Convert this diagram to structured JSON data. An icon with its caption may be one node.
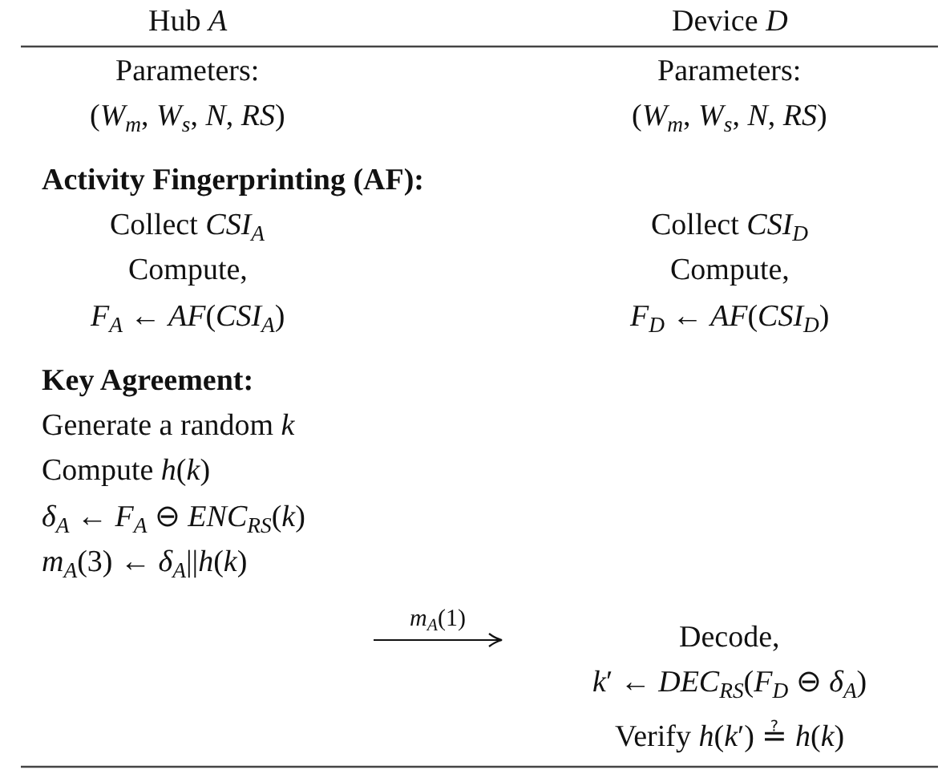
{
  "diagram": {
    "labels": [
      "Hub *A*",
      "Device *D*",
      "Parameters:",
      "Parameters:",
      "(*W*$_{m}$, *W*$_{s}$, *N*, *RS*)",
      "(*W*$_{m}$, *W*$_{s}$, *N*, *RS*)",
      "Activity Fingerprinting (AF):",
      "Collect *CSI*$_{A}$",
      "Collect *CSI*$_{D}$",
      "Compute,",
      "Compute,",
      "*F*$_{A}$ ← *AF*(*CSI*$_{A}$)",
      "*F*$_{D}$ ← *AF*(*CSI*$_{D}$)",
      "Key Agreement:",
      "Generate a random *k*",
      "Compute *h*(*k*)",
      "*δ*$_{A}$ ← *F*$_{A}$ ⊖ *ENC*$_{RS}$(*k*)",
      "*m*$_{A}$(3) ← *δ*$_{A}$||*h*(*k*)",
      "*m*$_{A}$(1)",
      "Decode,",
      "*k*′ ← *DEC*$_{RS}$(*F*$_{D}$ ⊖ *δ*$_{A}$)",
      "Verify *h*(*k*′) ≟ *h*(*k*)"
    ]
  }
}
